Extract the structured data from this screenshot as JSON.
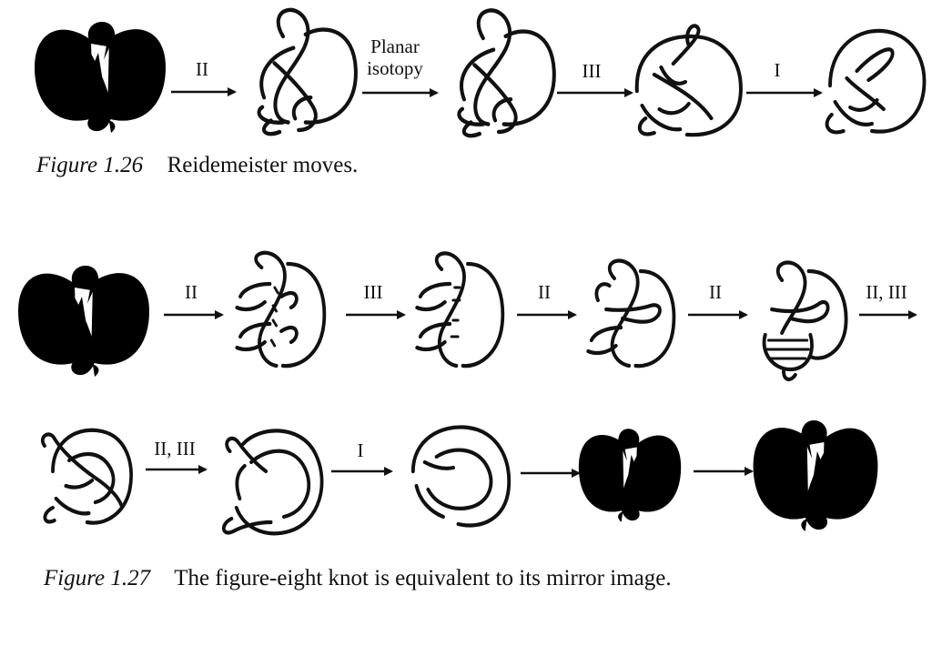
{
  "figure_1_26": {
    "label": "Figure 1.26",
    "caption": "Reidemeister moves.",
    "moves": [
      "II",
      "Planar",
      "isotopy",
      "III",
      "I"
    ]
  },
  "figure_1_27": {
    "label": "Figure 1.27",
    "caption": "The figure-eight knot is equivalent to its mirror image.",
    "row1_moves": [
      "II",
      "III",
      "II",
      "II",
      "II, III"
    ],
    "row2_moves": [
      "II, III",
      "I",
      "",
      ""
    ]
  }
}
